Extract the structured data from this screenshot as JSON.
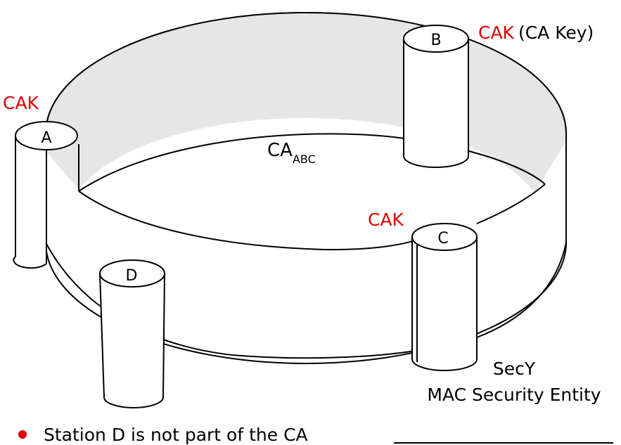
{
  "colors": {
    "key": "#e00000",
    "text": "#000000",
    "ring_inner_shade": "#e6e6e6"
  },
  "ring": {
    "label": "CA",
    "subscript": "ABC"
  },
  "stations": [
    {
      "id": "A",
      "label": "A",
      "key_label": "CAK"
    },
    {
      "id": "B",
      "label": "B",
      "key_label": "CAK",
      "key_note": "(CA Key)"
    },
    {
      "id": "C",
      "label": "C",
      "key_label": "CAK"
    },
    {
      "id": "D",
      "label": "D"
    }
  ],
  "secy": {
    "line1": "SecY",
    "line2": "MAC Security Entity"
  },
  "bullets": [
    {
      "text": "Station D is not part of the CA",
      "icon": "red-dot-icon"
    }
  ]
}
